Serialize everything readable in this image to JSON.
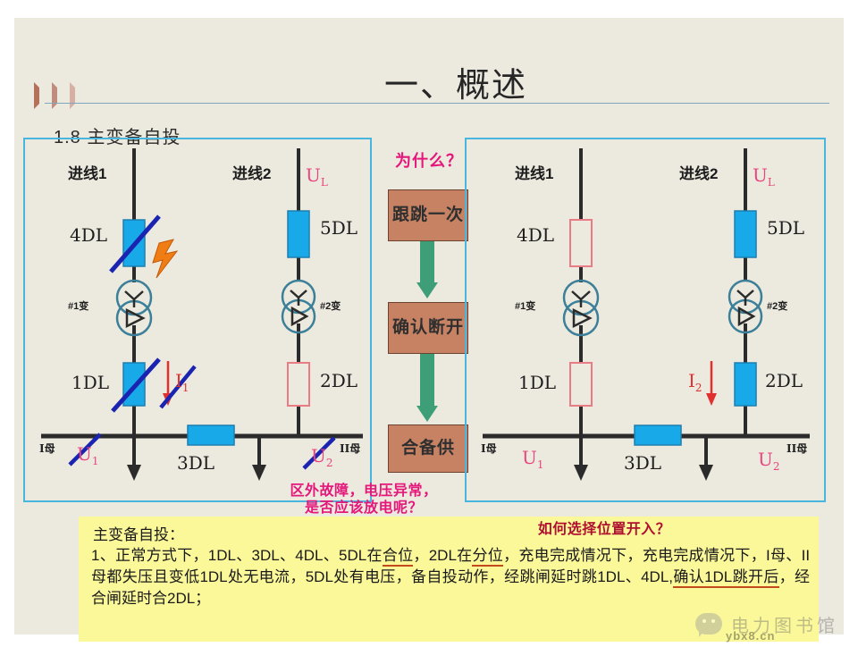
{
  "header": {
    "title": "一、概述",
    "section": "1.8  主变备自投",
    "chevron_icon": "double-chevron-right-icon",
    "rule_color": "#7fa8c0"
  },
  "colors": {
    "page_bg": "#ece9de",
    "panel_border": "#49b6e0",
    "breaker_closed": "#18a9e8",
    "breaker_open_border": "#e87b84",
    "slash": "#1b24b0",
    "flow_box": "#c68263",
    "flow_arrow": "#3e9e77",
    "magenta": "#e5177b",
    "crimson": "#b01030",
    "note_bg": "#fbf89a",
    "current_red": "#e03030",
    "voltage_pink": "#e8457f",
    "transformer": "#3c7f99",
    "lightning": "#f07c14"
  },
  "flow": {
    "question": "为什么？",
    "steps": [
      "跟跳一次",
      "确认断开",
      "合备供"
    ],
    "arrow_icon": "down-arrow-icon"
  },
  "left_panel": {
    "name": "fault-state-diagram",
    "incoming_1": "进线1",
    "incoming_2": "进线2",
    "u_l": "U",
    "u_l_sub": "L",
    "breaker_4dl": "4DL",
    "breaker_5dl": "5DL",
    "breaker_1dl": "1DL",
    "breaker_2dl": "2DL",
    "breaker_3dl": "3DL",
    "transformer_1": "#1变",
    "transformer_2": "#2变",
    "bus_1": "I母",
    "bus_2": "II母",
    "u1": "U",
    "u1_sub": "1",
    "u2": "U",
    "u2_sub": "2",
    "i1": "I",
    "i1_sub": "1",
    "states": {
      "4dl": "closed-slashed",
      "5dl": "closed",
      "1dl": "closed-slashed",
      "2dl": "open",
      "3dl": "closed",
      "u1": "slashed",
      "u2": "slashed",
      "i1": "slashed",
      "fault": "lightning-bolt-icon"
    }
  },
  "right_panel": {
    "name": "post-transfer-state-diagram",
    "incoming_1": "进线1",
    "incoming_2": "进线2",
    "u_l": "U",
    "u_l_sub": "L",
    "breaker_4dl": "4DL",
    "breaker_5dl": "5DL",
    "breaker_1dl": "1DL",
    "breaker_2dl": "2DL",
    "breaker_3dl": "3DL",
    "transformer_1": "#1变",
    "transformer_2": "#2变",
    "bus_1": "I母",
    "bus_2": "II母",
    "u1": "U",
    "u1_sub": "1",
    "u2": "U",
    "u2_sub": "2",
    "i2": "I",
    "i2_sub": "2",
    "states": {
      "4dl": "open",
      "5dl": "closed",
      "1dl": "open",
      "2dl": "closed",
      "3dl": "closed",
      "u1": "normal",
      "u2": "normal",
      "i2": "normal"
    }
  },
  "callouts": {
    "left_line1": "区外故障，电压异常，",
    "left_line2": "是否应该放电呢？",
    "right": "如何选择位置开入？"
  },
  "note": {
    "heading": "主变备自投：",
    "line1_a": "1、正常方式下，1DL、3DL、4DL、5DL在",
    "line1_u1": "合位",
    "line1_b": "，2DL在",
    "line1_u2": "分位",
    "line1_c": "，充电完成情况",
    "line2": "下，充电完成情况下，I母、II母都失压且变低1DL处无电流，5DL处有电压，备",
    "line3_a": "自投动作，经跳闸延时跳1DL、4DL,",
    "line3_u": "确认1DL跳开后",
    "line3_b": "，经合闸延时合2DL；"
  },
  "watermark": {
    "text": "电力图书馆",
    "url": "ybx8.cn",
    "icon": "wechat-icon"
  }
}
